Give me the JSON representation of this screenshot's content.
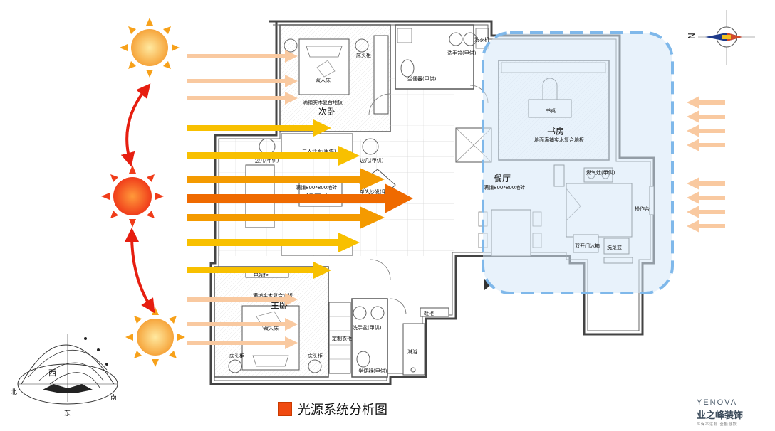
{
  "rooms": {
    "second_bedroom": "次卧",
    "second_bedroom_floor": "满铺实木复合地板",
    "double_bed_top": "双人床",
    "bedside_top": "床头柜",
    "living_room": "起居室",
    "living_floor": "满铺800*800地砖",
    "sofa_three": "三人沙发(甲供)",
    "sofa_single": "单人沙发(甲供)",
    "side_table_left": "边几(甲供)",
    "side_table_right": "边几(甲供)",
    "master_bedroom": "主卧",
    "master_floor": "满铺实木复合地板",
    "double_bed_bottom": "双人床",
    "bedside_bottom_left": "床头柜",
    "bedside_bottom_right": "床头柜",
    "tv_cabinet": "电视柜",
    "wardrobe": "定制衣柜",
    "study": "书房",
    "study_floor": "地面满铺实木复合地板",
    "desk": "书桌",
    "dining_room": "餐厅",
    "dining_floor": "满铺800*800地砖",
    "gas_stove": "燃气灶(甲供)",
    "counter": "操作台",
    "fridge": "双开门冰箱",
    "sink_kitchen": "洗菜盆",
    "washbasin_top": "洗手盆(甲供)",
    "toilet_top": "坐便器(甲供)",
    "washer": "洗衣机",
    "washbasin_bottom": "洗手盆(甲供)",
    "toilet_bottom": "坐便器(甲供)",
    "shower": "淋浴",
    "shoe_cabinet": "鞋柜"
  },
  "sun_path": {
    "west": "西",
    "south": "南",
    "north": "北",
    "east": "东"
  },
  "compass": {
    "north_letter": "N"
  },
  "legend": {
    "label": "光源系统分析图",
    "color": "#f04a10"
  },
  "brand": {
    "name_en": "YENOVA",
    "name_cn": "业之峰装饰",
    "slogan": "环保不达标 全额退款"
  },
  "colors": {
    "arrow_light": "#f9c9a0",
    "arrow_yellow": "#f8c000",
    "arrow_orange": "#f49a00",
    "arrow_deep": "#ef6a00",
    "sun_red": "#f03c1a",
    "sun_yellow": "#f7b53c",
    "zone_blue": "#7fb8ea",
    "zone_fill": "#d6e8f8"
  }
}
